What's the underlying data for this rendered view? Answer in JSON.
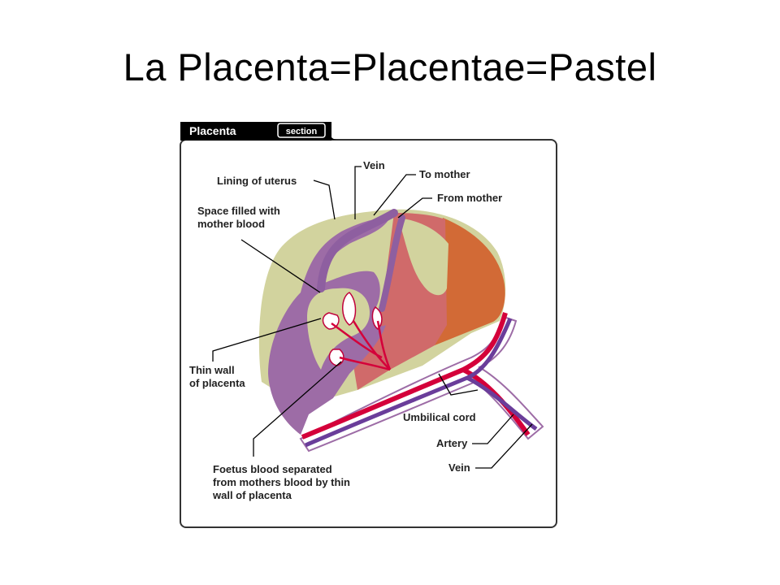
{
  "slide": {
    "title": "La Placenta=Placentae=Pastel"
  },
  "figure": {
    "header_title": "Placenta",
    "header_tag": "section",
    "labels": {
      "vein_top": "Vein",
      "to_mother": "To mother",
      "lining_of_uterus": "Lining of uterus",
      "from_mother": "From mother",
      "space_filled_line1": "Space filled with",
      "space_filled_line2": "mother blood",
      "thin_wall_line1": "Thin wall",
      "thin_wall_line2": "of placenta",
      "umbilical_cord": "Umbilical cord",
      "artery": "Artery",
      "vein_bottom": "Vein",
      "foetus_line1": "Foetus blood separated",
      "foetus_line2": "from mothers blood by thin",
      "foetus_line3": "wall of placenta"
    },
    "colors": {
      "uterus_lining": "#d2d39e",
      "mother_blood_space": "#9d6ca6",
      "placenta_red": "#d06a6a",
      "placenta_orange": "#d26a36",
      "artery_red": "#d4003a",
      "vein_purple": "#6a3d9a",
      "header_black": "#000000"
    }
  }
}
